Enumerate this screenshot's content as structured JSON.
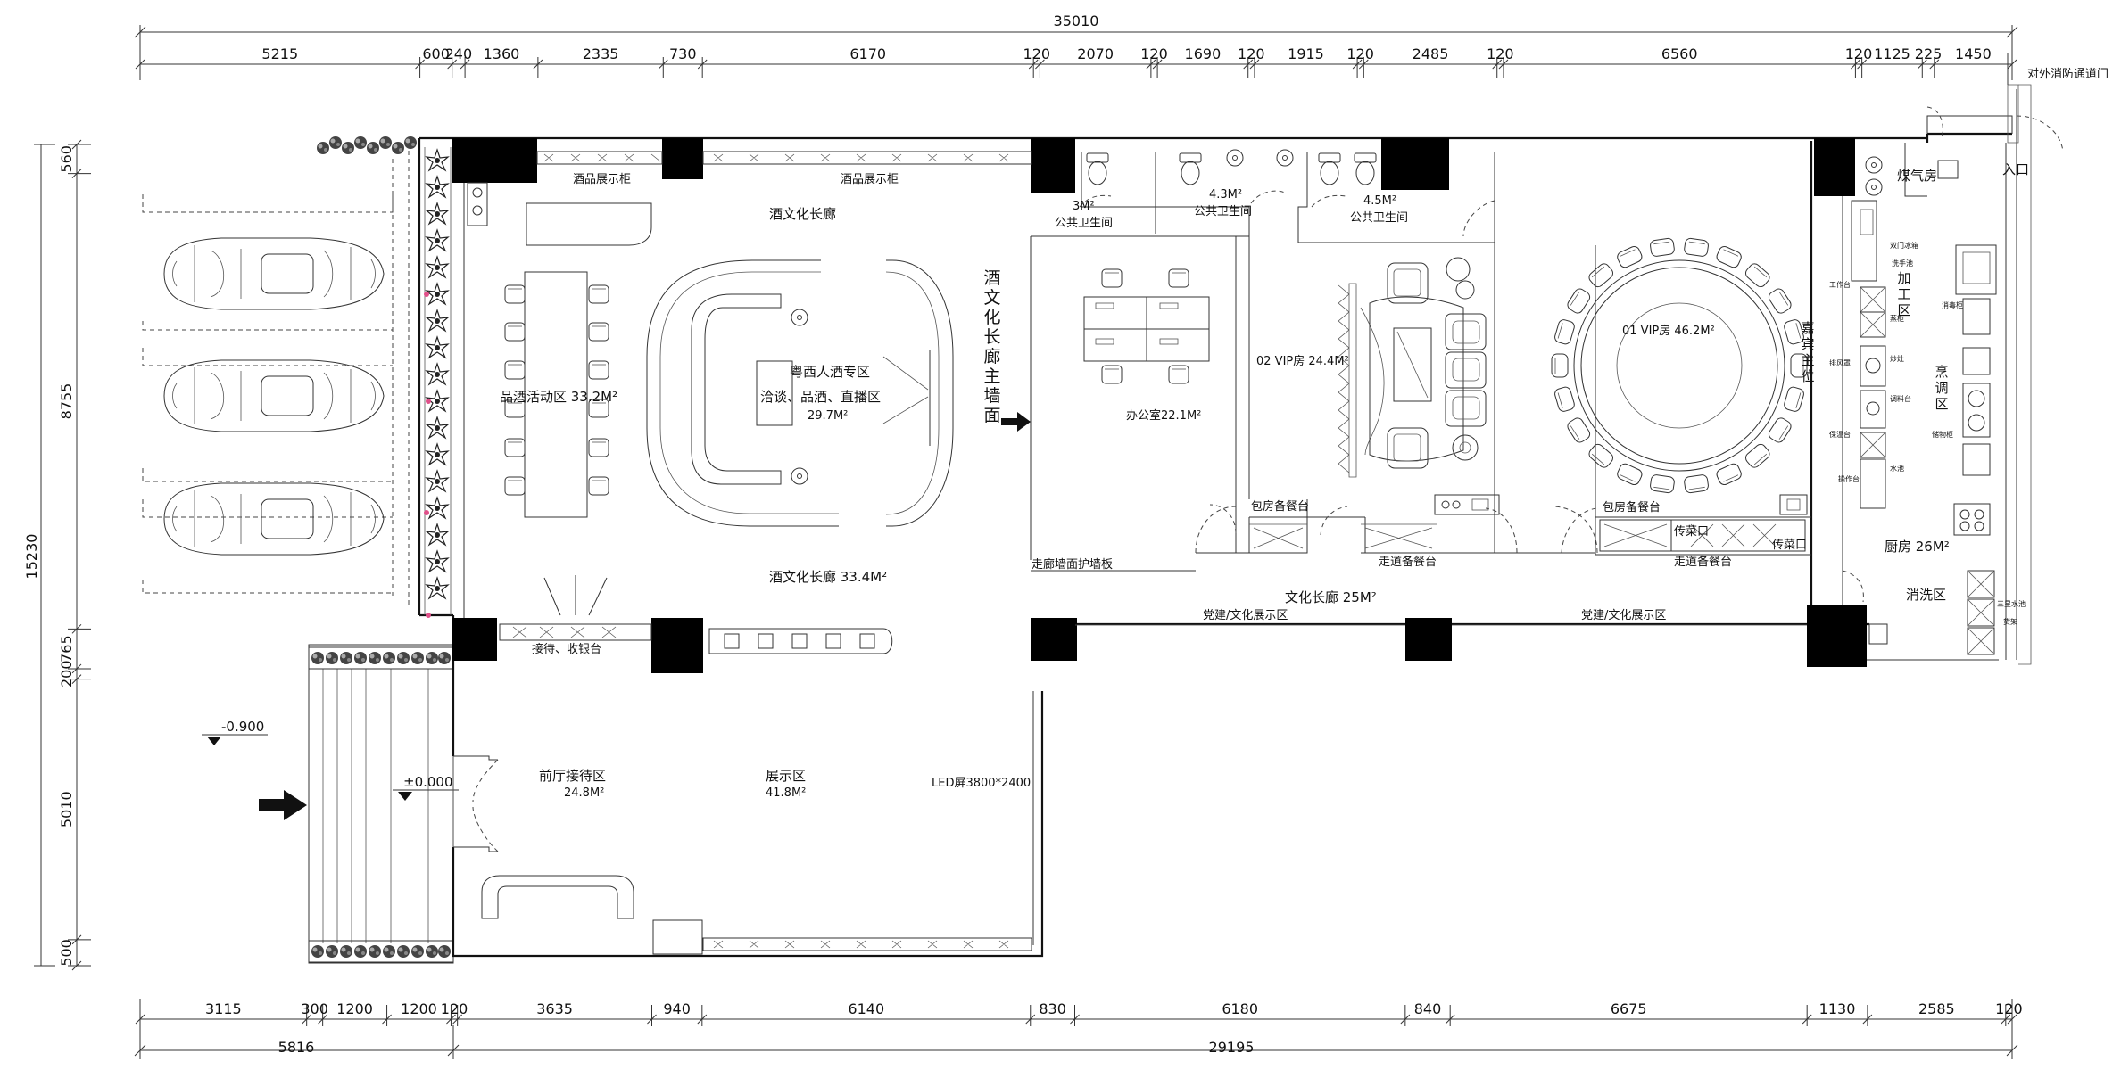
{
  "dimensions": {
    "top_total": "35010",
    "top_segments": [
      "5215",
      "600",
      "240",
      "1360",
      "2335",
      "730",
      "6170",
      "120",
      "2070",
      "120",
      "1690",
      "120",
      "1915",
      "120",
      "2485",
      "120",
      "6560",
      "120",
      "1125",
      "225",
      "1450"
    ],
    "bottom_segments": [
      "3115",
      "300",
      "1200",
      "1200",
      "120",
      "3635",
      "940",
      "6140",
      "830",
      "6180",
      "840",
      "6675",
      "1130",
      "2585",
      "120"
    ],
    "bottom_totals": [
      "5816",
      "29195"
    ],
    "left_total": "15230",
    "left_segments": [
      "560",
      "8755",
      "765",
      "200",
      "5010",
      "500"
    ]
  },
  "levels": {
    "outdoor": "-0.900",
    "indoor": "±0.000"
  },
  "rooms": {
    "wine_cabinet": "酒品展示柜",
    "wine_gallery_top": "酒文化长廊",
    "wine_gallery_bottom": "酒文化长廊  33.4M²",
    "tasting_area": "品酒活动区  33.2M²",
    "live_area_title": "粤西人酒专区",
    "live_area_sub": "洽谈、品酒、直播区",
    "live_area_size": "29.7M²",
    "main_wall": "酒文化长廊主墙面",
    "reception": "接待、收银台",
    "front_hall": "前厅接待区",
    "front_hall_size": "24.8M²",
    "exhibit": "展示区",
    "exhibit_size": "41.8M²",
    "led": "LED屏3800*2400",
    "wc_small_size": "3M²",
    "wc_label": "公共卫生间",
    "wc2_size": "4.3M²",
    "wc3_size": "4.5M²",
    "office": "办公室22.1M²",
    "vip2": "02 VIP房  24.4M²",
    "vip1": "01 VIP房  46.2M²",
    "vip_pantry": "包房备餐台",
    "corridor_pantry": "走道备餐台",
    "serving_window": "传菜口",
    "wall_panel": "走廊墙面护墙板",
    "culture_corridor": "文化长廊  25M²",
    "party_display": "党建/文化展示区",
    "guest_seat": "嘉宾主位",
    "gas_room": "煤气房",
    "entrance": "入口",
    "fire_exit": "对外消防通道门",
    "process": "加工区",
    "cooking": "烹调区",
    "kitchen": "厨房  26M²",
    "wash": "消洗区"
  },
  "kitchen_labels": [
    "双门冰箱",
    "洗手池",
    "工作台",
    "蒸柜",
    "炒灶",
    "排风罩",
    "调料台",
    "保温台",
    "水池",
    "消毒柜",
    "储物柜",
    "操作台",
    "三星水池",
    "货架"
  ]
}
